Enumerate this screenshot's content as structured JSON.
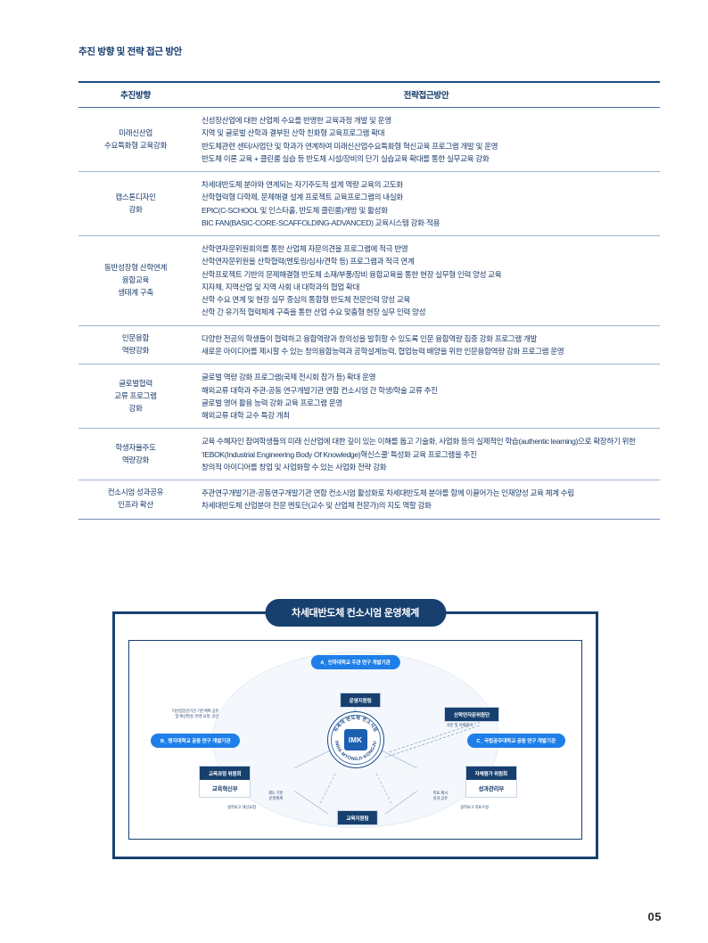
{
  "page": {
    "heading": "추진 방향 및 전략 접근 방안",
    "number": "05"
  },
  "table": {
    "headers": {
      "direction": "추진방향",
      "strategy": "전략접근방안"
    },
    "rows": [
      {
        "direction": [
          "미래신산업",
          "수요특화형 교육강화"
        ],
        "strategy": [
          "신성장산업에 대한 산업체 수요를 반영한 교육과정 개발 및 운영",
          "지역 및 글로벌 산학과 결부된 산학 친화형 교육프로그램 확대",
          "반도체관련 센터/사업단 및 학과가 연계하여 미래신산업수요특화형 혁신교육 프로그램 개발 및 운영",
          "반도체 이론 교육 + 클린룸 실습 등 반도체 시설/장비의 단기 실습교육 확대를 통한 실무교육 강화"
        ]
      },
      {
        "direction": [
          "캡스톤디자인",
          "강화"
        ],
        "strategy": [
          "차세대반도체 분야와 연계되는 자기주도적 설계 역량 교육의 고도화",
          "산학협력형 다학제, 문제해결 설계 프로젝트 교육프로그램의 내실화",
          "EPIC(C-SCHOOL 및 인스타홀, 반도체 클린룸)개방 및 활성화",
          "BIC FAN(BASIC-CORE-SCAFFOLDING-ADVANCED) 교육시스템 강화·적용"
        ]
      },
      {
        "direction": [
          "동반성장형 산학연계",
          "융합교육",
          "생태계 구축"
        ],
        "strategy": [
          "산학연자문위원회의를 통한 산업체 자문의견을 프로그램에 적극 반영",
          "산학연자문위원을 산학협력(멘토링/심사/견학 등) 프로그램과 적극 연계",
          "산학프로젝트 기반의 문제해결형 반도체 소재/부품/장비 융합교육을 통한 현장 실무형 인력 양성 교육",
          "지자체, 지역산업 및 지역 사회 내 대학과의 협업 확대",
          "산학 수요 연계 및 현장 실무 중심의 통합형 반도체 전문인력 양성 교육",
          "산학 간 유기적 협력체계 구축을 통한 산업 수요 맞춤형 현장 실무 인력 양성"
        ]
      },
      {
        "direction": [
          "인문융합",
          "역량강화"
        ],
        "strategy": [
          "다양한 전공의 학생들이 협력하고 융합역량과 창의성을 발휘할 수 있도록 인문 융합역량 집중 강화 프로그램 개발",
          "새로운 아이디어를 제시할 수 있는 창의융합능력과 공학설계능력, 협업능력 배양을 위한 인문융합역량 강화 프로그램 운영"
        ]
      },
      {
        "direction": [
          "글로벌협력",
          "교류 프로그램",
          "강화"
        ],
        "strategy": [
          "글로벌 역량 강화 프로그램(국제 전시회 참가 등) 확대 운영",
          "해외교류 대학과 주관-공동 연구개발기관 연합 컨소시엄 간 학생/학술 교류 추진",
          "글로벌 영어 활용 능력 강화 교육 프로그램 운영",
          "해외교류 대학 교수 특강 개최"
        ]
      },
      {
        "direction": [
          "학생자율주도",
          "역량강화"
        ],
        "strategy": [
          "교육 수혜자인 참여학생들의 미래 신산업에 대한 깊이 있는 이해를 돕고 기술화, 사업화 등의 실제적인 학습(authentic learning)으로 확장하기 위한 'IEBOK(Industrial Engineering Body Of Knowledge)혁신스쿨' 특성화 교육 프로그램을 추진",
          "창의적 아이디어를 창업 및 사업화할 수 있는 사업화 전략 강화"
        ]
      },
      {
        "direction": [
          "컨소시엄 성과공유",
          "인프라 확산"
        ],
        "strategy": [
          "주관연구개발기관-공동연구개발기관 연합 컨소시엄 활성화로 차세대반도체 분야를 함께 이끌어가는 인재양성 교육 체계 수립",
          "차세대반도체 산업분야 전문 멘토단(교수 및 산업체 전문가)의 지도 역할 강화"
        ]
      }
    ]
  },
  "diagram": {
    "title": "차세대반도체 컨소시엄 운영체계",
    "pills": {
      "a": "A_ 인하대학교 주관 연구 개발기관",
      "b": "B_ 명지대학교 공동 연구 개발기관",
      "c": "C_ 국립공주대학교 공동 연구 개발기관"
    },
    "boxes": {
      "operation": "운영지원팀",
      "advisory": "산학연자문위원단",
      "curriculum_head": "교육과정 위원회",
      "curriculum_body": "교육혁신부",
      "evaluation_head": "자체평가 위원회",
      "evaluation_body": "성과관리부",
      "edusupport": "교육지원팀"
    },
    "annotations": {
      "a1": "미산업장관기관 기본계획 공유",
      "a2": "및 예산편성, 변경 요청, 승인",
      "a3": "자문 및 자체평가",
      "a4": "제도 기반",
      "a5": "운영체계",
      "a6": "목표 제시",
      "a7": "성과 공유",
      "a8": "실적보고 개선요청",
      "a9": "실적보고 목표수정"
    },
    "emblem": {
      "chip_label": "IMK",
      "ring_top": "차세대 반도체 컨소시엄",
      "ring_bottom": "INHA·MYONGJI·KONGJU"
    }
  },
  "colors": {
    "navy": "#17406f",
    "blue": "#1f7fe8",
    "text_blue": "#1b3c6b",
    "rule": "#9fb4cf"
  }
}
